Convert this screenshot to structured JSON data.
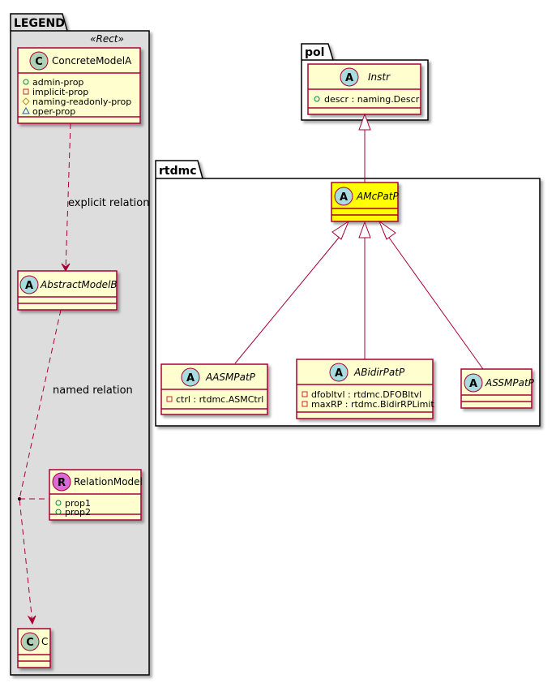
{
  "colors": {
    "class_fill": "#FEFECE",
    "class_border": "#A80036",
    "highlight_fill": "#FFFF00",
    "legend_fill": "#DDDDDD",
    "badge_class": "#ADD1B2",
    "badge_abstract": "#A9DCDF",
    "badge_relation": "#D86BD8"
  },
  "legend": {
    "package_title": "LEGEND",
    "stereotype": "«Rect»",
    "concrete": {
      "badge": "C",
      "name": "ConcreteModelA",
      "attributes": [
        {
          "visibility": "public",
          "icon": "circle-icon",
          "text": "admin-prop"
        },
        {
          "visibility": "private",
          "icon": "square-icon",
          "text": "implicit-prop"
        },
        {
          "visibility": "protected",
          "icon": "diamond-icon",
          "text": "naming-readonly-prop"
        },
        {
          "visibility": "package",
          "icon": "triangle-icon",
          "text": "oper-prop"
        }
      ]
    },
    "explicit_relation_label": "explicit relation",
    "abstract": {
      "badge": "A",
      "name": "AbstractModelB"
    },
    "named_relation_label": "named relation",
    "relation_model": {
      "badge": "R",
      "name": "RelationModel",
      "attributes": [
        {
          "visibility": "public",
          "icon": "circle-icon",
          "text": "prop1"
        },
        {
          "visibility": "public",
          "icon": "circle-icon",
          "text": "prop2"
        }
      ]
    },
    "target": {
      "badge": "C",
      "name": "C"
    }
  },
  "pol": {
    "package_title": "pol",
    "instr": {
      "badge": "A",
      "name": "Instr",
      "attributes": [
        {
          "visibility": "public",
          "icon": "circle-icon",
          "text": "descr : naming.Descr"
        }
      ]
    }
  },
  "rtdmc": {
    "package_title": "rtdmc",
    "amcpatp": {
      "badge": "A",
      "name": "AMcPatP",
      "highlighted": true
    },
    "aasmpatp": {
      "badge": "A",
      "name": "AASMPatP",
      "attributes": [
        {
          "visibility": "private",
          "icon": "square-icon",
          "text": "ctrl : rtdmc.ASMCtrl"
        }
      ]
    },
    "abidirpatp": {
      "badge": "A",
      "name": "ABidirPatP",
      "attributes": [
        {
          "visibility": "private",
          "icon": "square-icon",
          "text": "dfobltvl : rtdmc.DFOBltvl"
        },
        {
          "visibility": "private",
          "icon": "square-icon",
          "text": "maxRP : rtdmc.BidirRPLimit"
        }
      ]
    },
    "assmpatp": {
      "badge": "A",
      "name": "ASSMPatP"
    }
  }
}
